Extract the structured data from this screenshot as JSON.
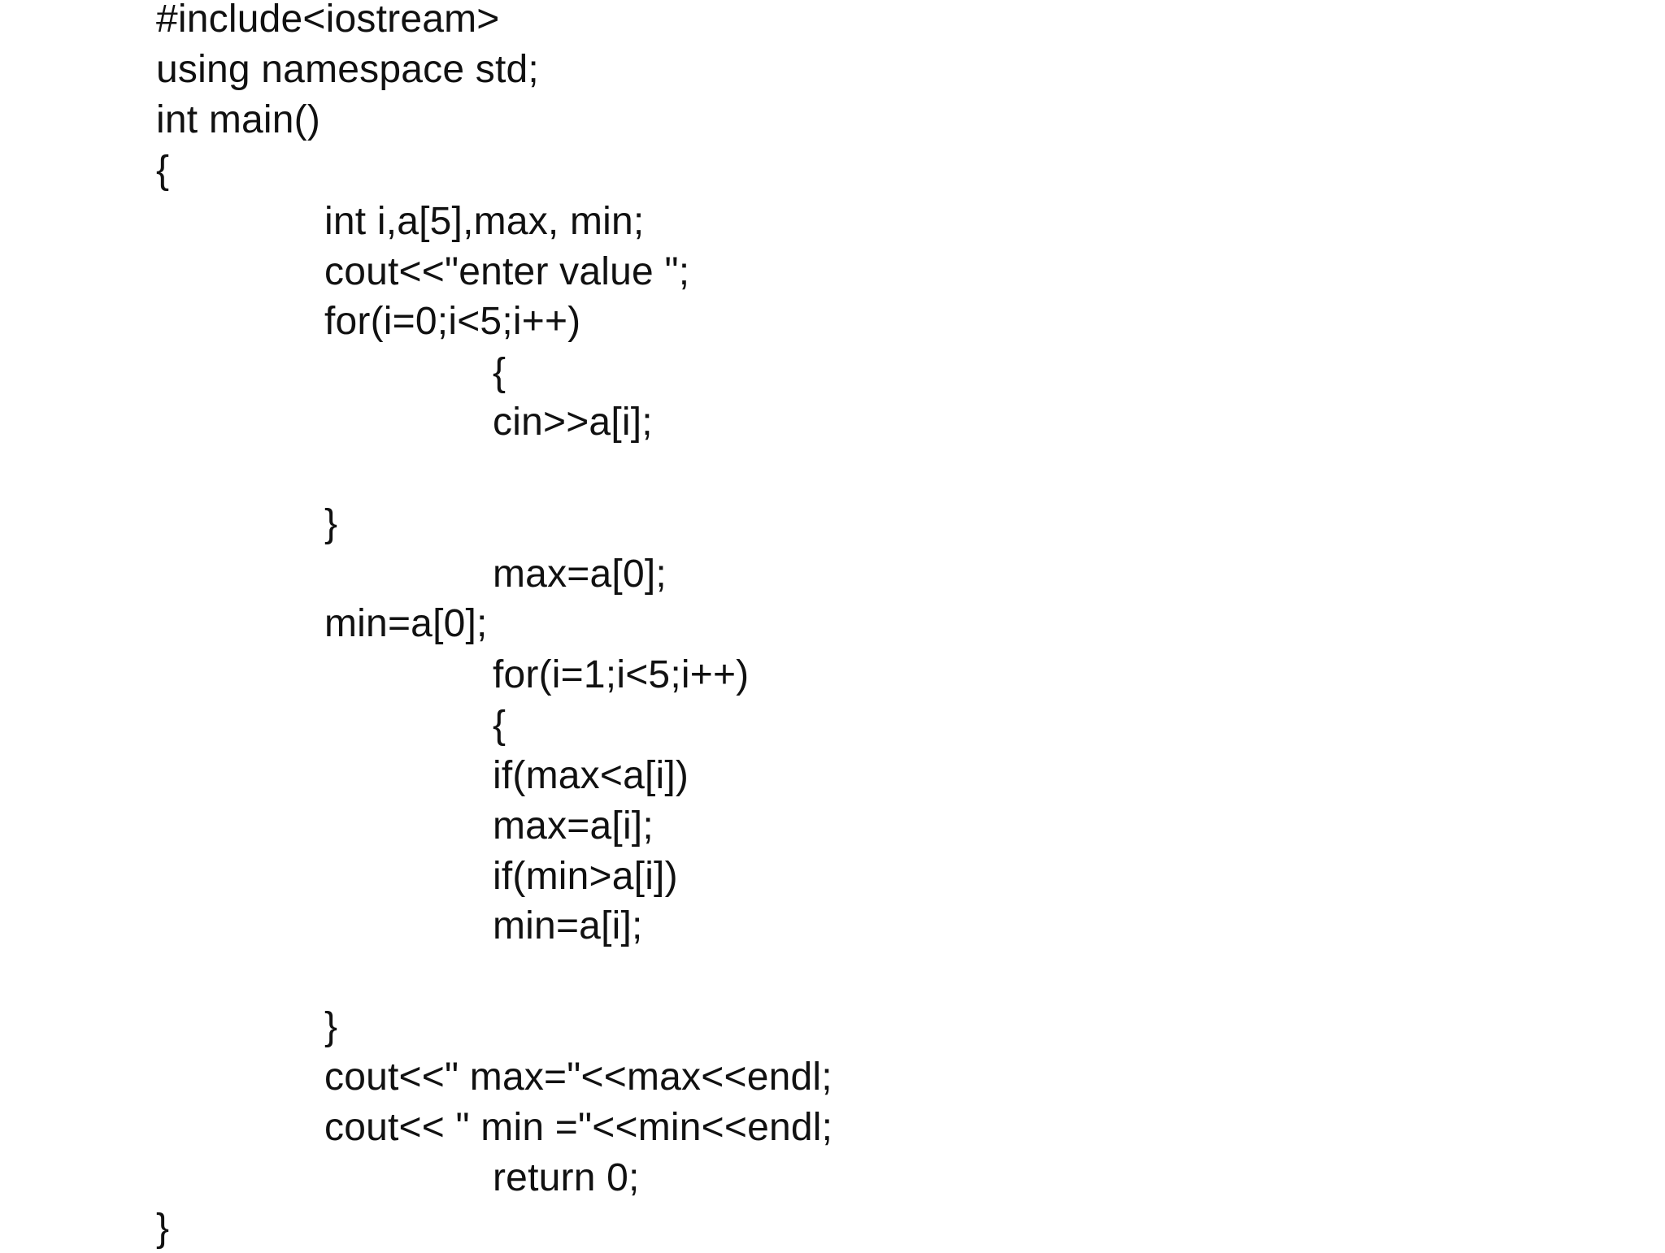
{
  "code": {
    "include": "#include<iostream>",
    "using": "using namespace std;",
    "main_signature": "int main()",
    "open_main": "{",
    "declarations": "int i,a[5],max, min;",
    "prompt": "cout<<\"enter value \";",
    "for_input": "for(i=0;i<5;i++)",
    "open_for_input": "{",
    "cin": "cin>>a[i];",
    "close_for_input": "}",
    "max_init": "max=a[0];",
    "min_init": "min=a[0];",
    "for_compare": "for(i=1;i<5;i++)",
    "open_for_compare": "{",
    "if_max": "if(max<a[i])",
    "max_assign": "max=a[i];",
    "if_min": "if(min>a[i])",
    "min_assign": "min=a[i];",
    "close_for_compare": "}",
    "cout_max": "cout<<\" max=\"<<max<<endl;",
    "cout_min": "cout<< \" min =\"<<min<<endl;",
    "return_stmt": "return 0;",
    "close_main": "}"
  }
}
